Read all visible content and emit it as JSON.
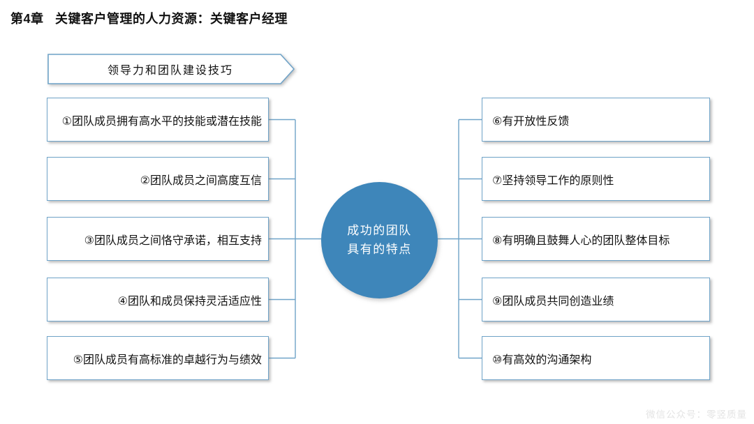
{
  "header": {
    "title": "第4章   关键客户管理的人力资源：关键客户经理",
    "banner_label": "领导力和团队建设技巧"
  },
  "diagram": {
    "center_circle": {
      "line1": "成功的团队",
      "line2": "具有的特点"
    },
    "left_items": [
      "①团队成员拥有高水平的技能或潜在技能",
      "②团队成员之间高度互信",
      "③团队成员之间恪守承诺，相互支持",
      "④团队和成员保持灵活适应性",
      "⑤团队成员有高标准的卓越行为与绩效"
    ],
    "right_items": [
      "⑥有开放性反馈",
      "⑦坚持领导工作的原则性",
      "⑧有明确且鼓舞人心的团队整体目标",
      "⑨团队成员共同创造业绩",
      "⑩有高效的沟通架构"
    ]
  },
  "footer": {
    "watermark": "微信公众号：零竖质量"
  },
  "colors": {
    "accent": "#6fa3c8",
    "line": "#6fa3c8",
    "circle": "#3e86ba"
  }
}
